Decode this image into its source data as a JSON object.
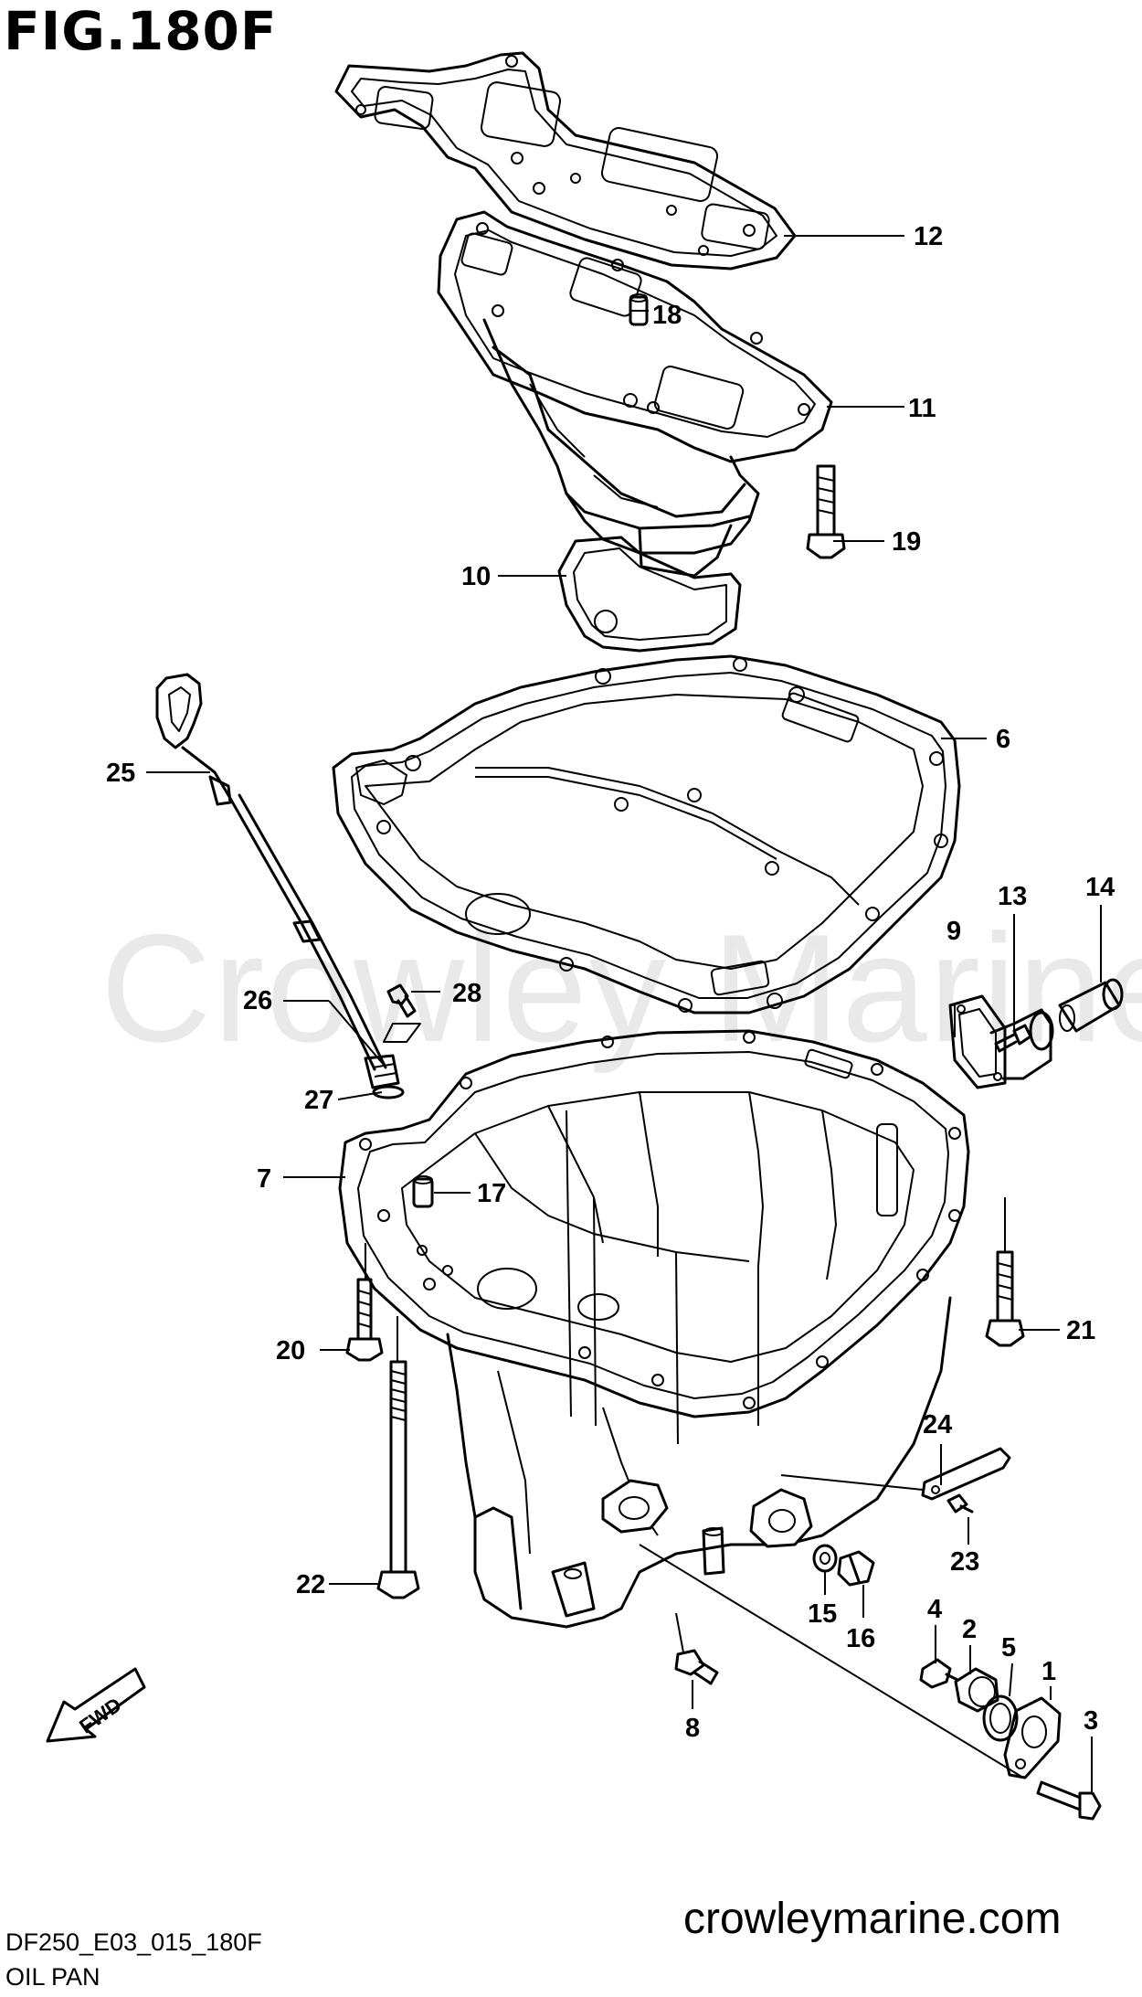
{
  "figure": {
    "title": "FIG.180F",
    "code": "DF250_E03_015_180F",
    "name": "OIL PAN",
    "website": "crowleymarine.com",
    "watermark": "Crowley Marine",
    "fwd_arrow_label": "FWD"
  },
  "callouts": [
    {
      "id": "1",
      "text": "1"
    },
    {
      "id": "2",
      "text": "2"
    },
    {
      "id": "3",
      "text": "3"
    },
    {
      "id": "4",
      "text": "4"
    },
    {
      "id": "5",
      "text": "5"
    },
    {
      "id": "6",
      "text": "6"
    },
    {
      "id": "7",
      "text": "7"
    },
    {
      "id": "8",
      "text": "8"
    },
    {
      "id": "9",
      "text": "9"
    },
    {
      "id": "10",
      "text": "10"
    },
    {
      "id": "11",
      "text": "11"
    },
    {
      "id": "12",
      "text": "12"
    },
    {
      "id": "13",
      "text": "13"
    },
    {
      "id": "14",
      "text": "14"
    },
    {
      "id": "15",
      "text": "15"
    },
    {
      "id": "16",
      "text": "16"
    },
    {
      "id": "17",
      "text": "17"
    },
    {
      "id": "18",
      "text": "18"
    },
    {
      "id": "19",
      "text": "19"
    },
    {
      "id": "20",
      "text": "20"
    },
    {
      "id": "21",
      "text": "21"
    },
    {
      "id": "22",
      "text": "22"
    },
    {
      "id": "23",
      "text": "23"
    },
    {
      "id": "24",
      "text": "24"
    },
    {
      "id": "25",
      "text": "25"
    },
    {
      "id": "26",
      "text": "26"
    },
    {
      "id": "27",
      "text": "27"
    },
    {
      "id": "28",
      "text": "28"
    }
  ]
}
